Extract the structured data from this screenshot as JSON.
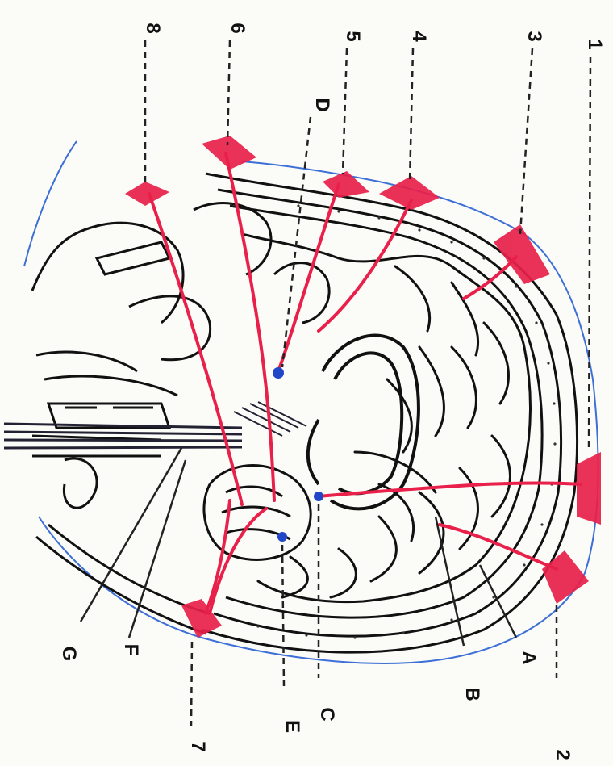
{
  "figure": {
    "orientation": "rotated-90-clockwise",
    "numbered_labels": [
      "1",
      "2",
      "3",
      "4",
      "5",
      "6",
      "7",
      "8"
    ],
    "letter_labels": [
      "A",
      "B",
      "C",
      "D",
      "E",
      "F",
      "G"
    ],
    "colors": {
      "background": "#fbfbf8",
      "outline": "#111111",
      "skin_outline": "#3d6fd6",
      "pathway": "#e8204a",
      "marker": "#2246c8",
      "leader": "#222222"
    }
  }
}
